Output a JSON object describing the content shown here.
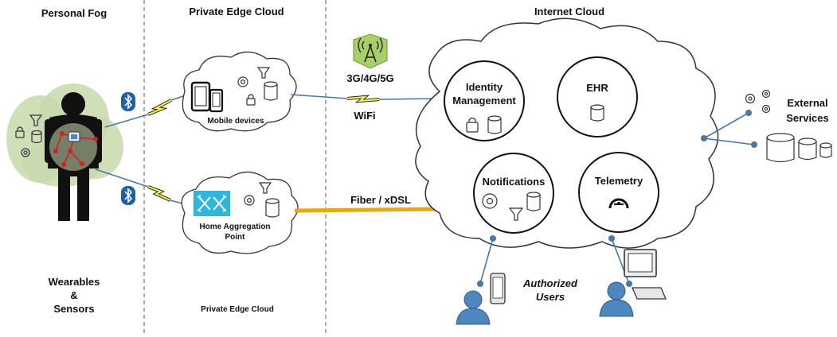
{
  "zones": {
    "personal_fog": "Personal Fog",
    "private_edge_cloud": "Private Edge Cloud",
    "internet_cloud": "Internet Cloud",
    "private_edge_cloud_footer": "Private Edge Cloud"
  },
  "personal": {
    "wearables_line1": "Wearables",
    "wearables_line2": "&",
    "wearables_line3": "Sensors"
  },
  "edge": {
    "mobile_devices": "Mobile devices",
    "home_agg_line1": "Home Aggregation",
    "home_agg_line2": "Point"
  },
  "links": {
    "cellular": "3G/4G/5G",
    "wifi": "WiFi",
    "fiber": "Fiber / xDSL"
  },
  "cloud_nodes": {
    "identity_line1": "Identity",
    "identity_line2": "Management",
    "ehr": "EHR",
    "notifications": "Notifications",
    "telemetry": "Telemetry"
  },
  "external": {
    "line1": "External",
    "line2": "Services"
  },
  "users": {
    "line1": "Authorized",
    "line2": "Users"
  },
  "colors": {
    "fog_green": "#c9d9ad",
    "link_blue": "#4a77a5",
    "fiber_gold": "#e6a817",
    "zigzag_yellow": "#f3f04a",
    "bluetooth_blue": "#1f5fa8",
    "sensor_red": "#d42020",
    "user_blue": "#4f86c0",
    "switch_cyan": "#2fb6df"
  }
}
